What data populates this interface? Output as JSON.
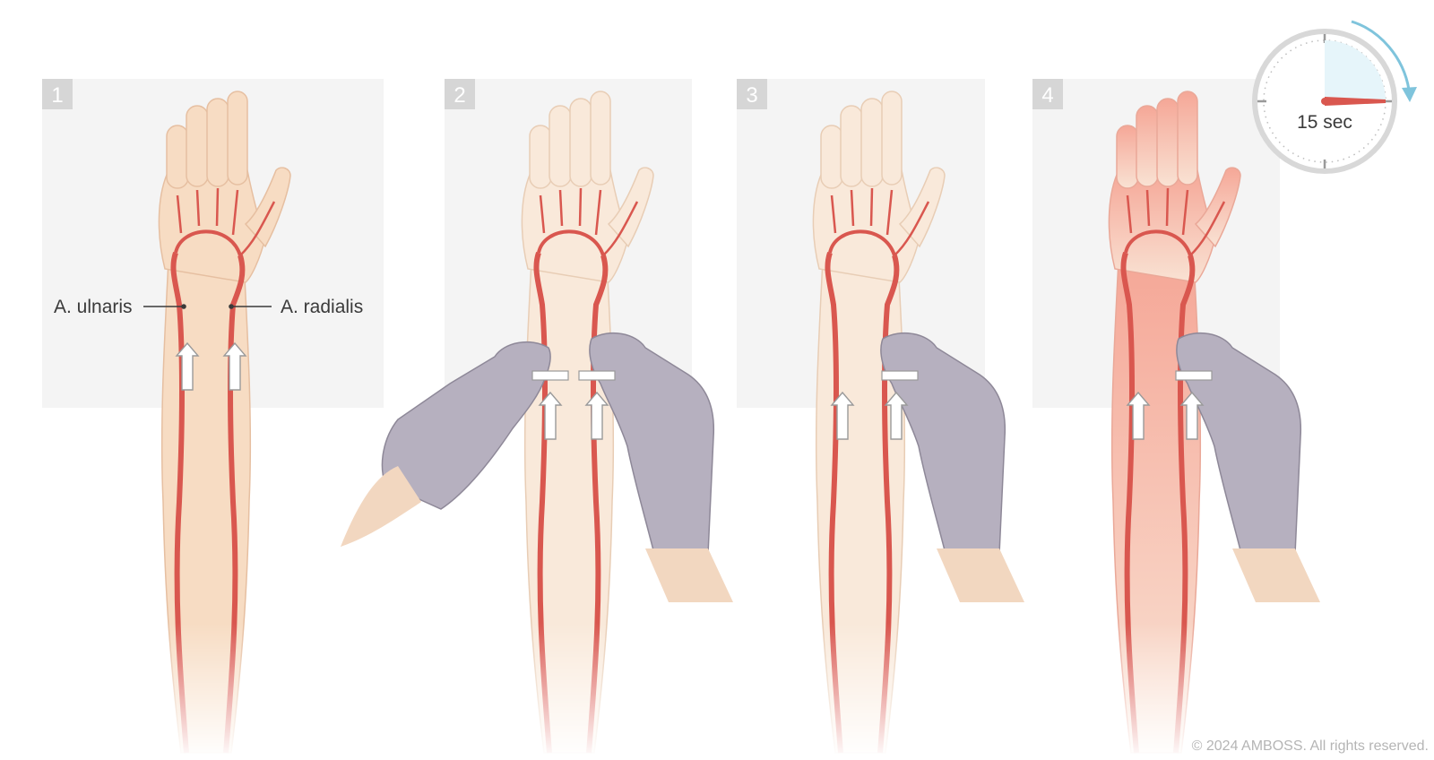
{
  "panels": [
    {
      "number": "1",
      "pressure": "none",
      "hand_state": "normal"
    },
    {
      "number": "2",
      "pressure": "both",
      "hand_state": "blanched"
    },
    {
      "number": "3",
      "pressure": "radial-only",
      "hand_state": "blanched"
    },
    {
      "number": "4",
      "pressure": "radial-only",
      "hand_state": "reperfused"
    }
  ],
  "labels": {
    "ulnar": "A. ulnaris",
    "radial": "A. radialis"
  },
  "timer": {
    "text": "15 sec",
    "icon": "stopwatch-icon"
  },
  "copyright": "© 2024 AMBOSS. All rights reserved.",
  "colors": {
    "panel_bg": "#f4f4f4",
    "panel_badge": "#d6d6d6",
    "skin": "#f7dcc3",
    "skin_pale": "#fbefe3",
    "skin_flush": "#f6b4a7",
    "artery": "#d9574f",
    "glove": "#b6b0bf",
    "glove_stroke": "#8e8898",
    "arrow_fill": "#ffffff"
  }
}
